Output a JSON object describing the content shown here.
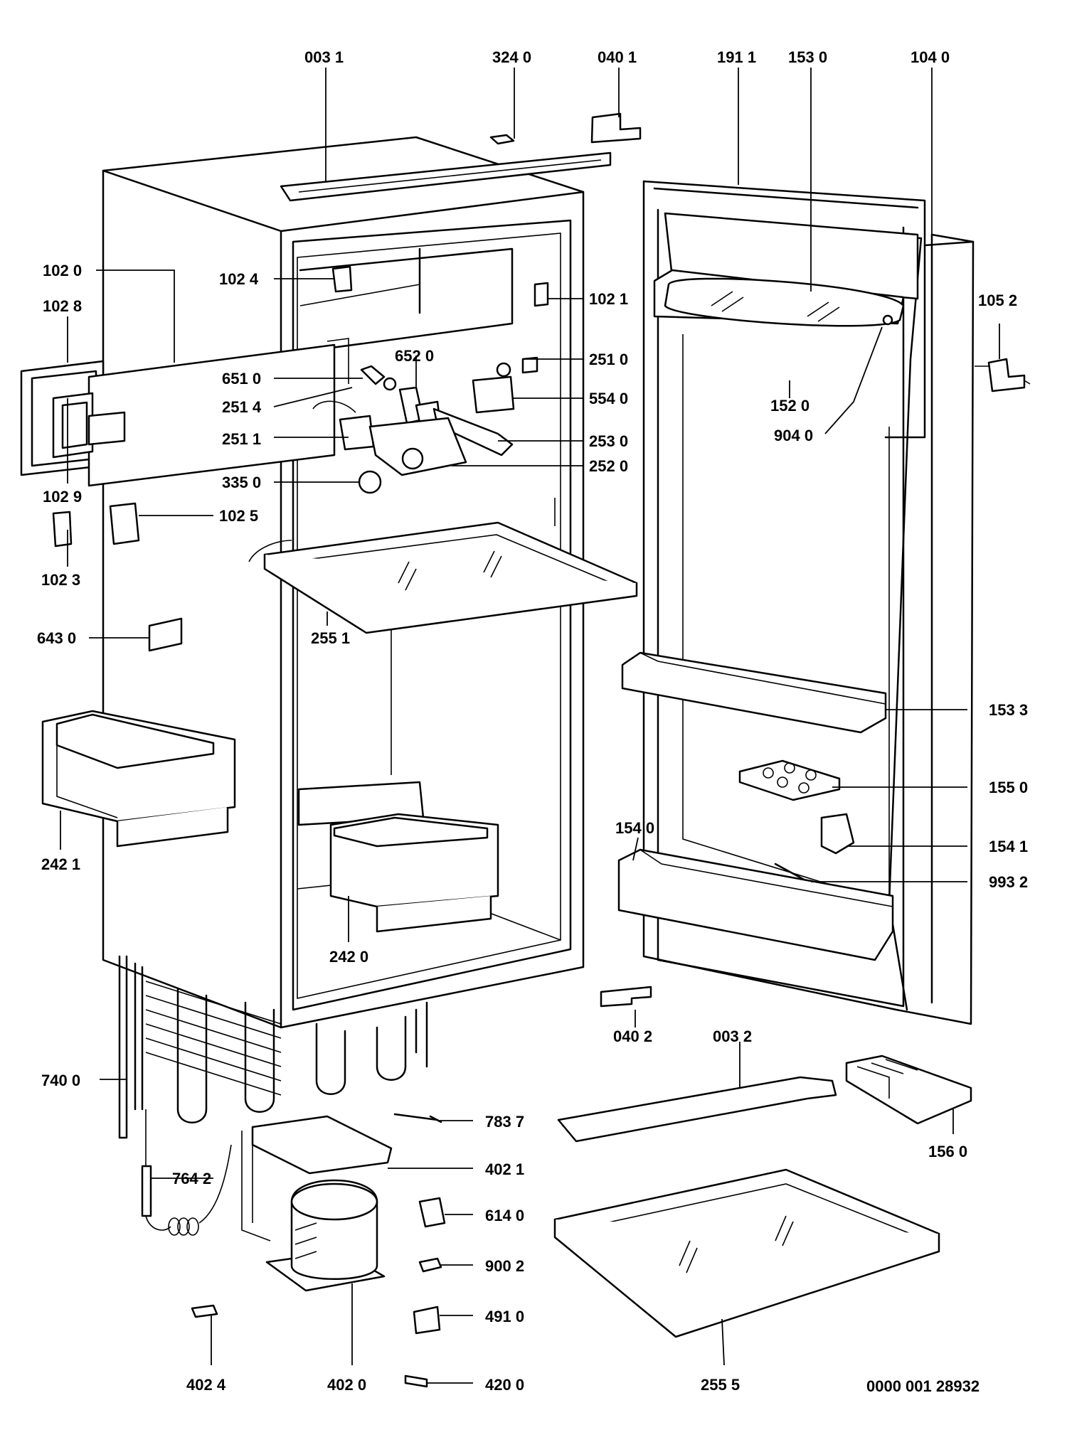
{
  "callouts": [
    {
      "id": "c1",
      "label": "003 1"
    },
    {
      "id": "c2",
      "label": "324 0"
    },
    {
      "id": "c3",
      "label": "040 1"
    },
    {
      "id": "c4",
      "label": "191 1"
    },
    {
      "id": "c5",
      "label": "153 0"
    },
    {
      "id": "c6",
      "label": "104 0"
    },
    {
      "id": "c7",
      "label": "102 0"
    },
    {
      "id": "c8",
      "label": "102 8"
    },
    {
      "id": "c9",
      "label": "102 4"
    },
    {
      "id": "c10",
      "label": "102 1"
    },
    {
      "id": "c11",
      "label": "105 2"
    },
    {
      "id": "c12",
      "label": "652 0"
    },
    {
      "id": "c13",
      "label": "251 0"
    },
    {
      "id": "c14",
      "label": "651 0"
    },
    {
      "id": "c15",
      "label": "554 0"
    },
    {
      "id": "c16",
      "label": "251 4"
    },
    {
      "id": "c17",
      "label": "152 0"
    },
    {
      "id": "c18",
      "label": "251 1"
    },
    {
      "id": "c19",
      "label": "253 0"
    },
    {
      "id": "c20",
      "label": "904 0"
    },
    {
      "id": "c21",
      "label": "252 0"
    },
    {
      "id": "c22",
      "label": "335 0"
    },
    {
      "id": "c23",
      "label": "102 9"
    },
    {
      "id": "c24",
      "label": "102 5"
    },
    {
      "id": "c25",
      "label": "102 3"
    },
    {
      "id": "c26",
      "label": "643 0"
    },
    {
      "id": "c27",
      "label": "255 1"
    },
    {
      "id": "c28",
      "label": "153 3"
    },
    {
      "id": "c29",
      "label": "155 0"
    },
    {
      "id": "c30",
      "label": "154 0"
    },
    {
      "id": "c31",
      "label": "154 1"
    },
    {
      "id": "c32",
      "label": "242 1"
    },
    {
      "id": "c33",
      "label": "993 2"
    },
    {
      "id": "c34",
      "label": "242 0"
    },
    {
      "id": "c35",
      "label": "040 2"
    },
    {
      "id": "c36",
      "label": "003 2"
    },
    {
      "id": "c37",
      "label": "740 0"
    },
    {
      "id": "c38",
      "label": "783 7"
    },
    {
      "id": "c39",
      "label": "156 0"
    },
    {
      "id": "c40",
      "label": "402 1"
    },
    {
      "id": "c41",
      "label": "764 2"
    },
    {
      "id": "c42",
      "label": "614 0"
    },
    {
      "id": "c43",
      "label": "900 2"
    },
    {
      "id": "c44",
      "label": "491 0"
    },
    {
      "id": "c45",
      "label": "402 4"
    },
    {
      "id": "c46",
      "label": "402 0"
    },
    {
      "id": "c47",
      "label": "420 0"
    },
    {
      "id": "c48",
      "label": "255 5"
    }
  ],
  "drawing_number": "0000 001 28932"
}
